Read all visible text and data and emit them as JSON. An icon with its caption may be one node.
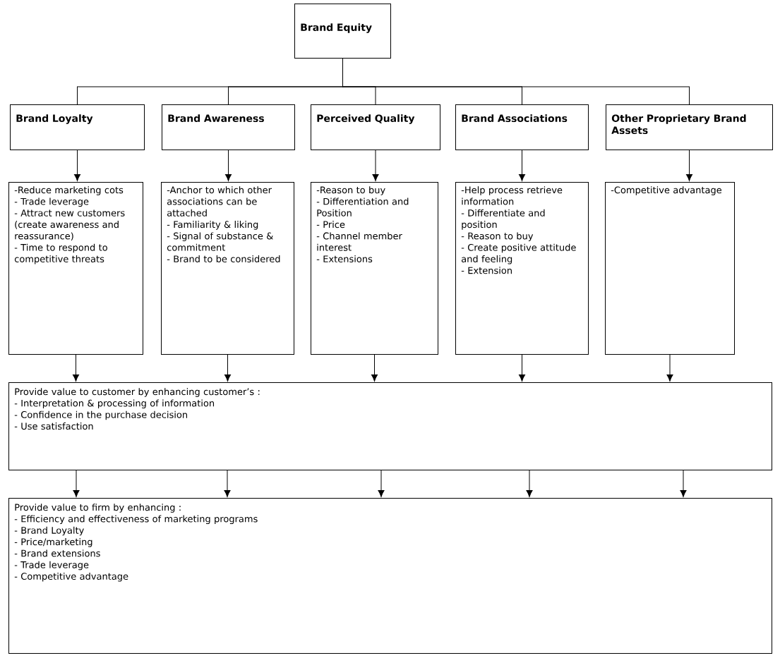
{
  "diagram": {
    "nodes": [
      {
        "text": [
          "Brand Equity"
        ]
      },
      {
        "text": [
          "Brand Loyalty"
        ]
      },
      {
        "text": [
          "Brand Awareness"
        ]
      },
      {
        "text": [
          "Perceived Quality"
        ]
      },
      {
        "text": [
          "Brand Associations"
        ]
      },
      {
        "text": [
          "Other Proprietary Brand Assets"
        ]
      },
      {
        "text": [
          "-Reduce marketing cots",
          "- Trade leverage",
          "- Attract new customers (create awareness and reassurance)",
          "- Time to respond to competitive threats"
        ]
      },
      {
        "text": [
          "-Anchor to which other associations can be attached",
          "- Familiarity & liking",
          "- Signal of substance & commitment",
          "- Brand to be considered"
        ]
      },
      {
        "text": [
          "-Reason to buy",
          "- Differentiation and Position",
          "- Price",
          "- Channel member interest",
          "- Extensions"
        ]
      },
      {
        "text": [
          "-Help process retrieve information",
          "- Differentiate and position",
          "- Reason to buy",
          "- Create positive attitude and feeling",
          "- Extension"
        ]
      },
      {
        "text": [
          "-Competitive advantage"
        ]
      },
      {
        "text": [
          "Provide value to customer by enhancing customer’s :",
          "- Interpretation & processing of information",
          "- Confidence in the purchase decision",
          "- Use satisfaction"
        ]
      },
      {
        "text": [
          "Provide value to firm  by enhancing :",
          "- Efficiency and effectiveness of marketing programs",
          "- Brand Loyalty",
          "- Price/marketing",
          "- Brand extensions",
          "- Trade leverage",
          "- Competitive advantage"
        ]
      }
    ],
    "edges": [
      {
        "from": 0,
        "to": 1,
        "arrow": "none"
      },
      {
        "from": 0,
        "to": 2,
        "arrow": "none"
      },
      {
        "from": 0,
        "to": 3,
        "arrow": "none"
      },
      {
        "from": 0,
        "to": 4,
        "arrow": "none"
      },
      {
        "from": 0,
        "to": 5,
        "arrow": "none"
      },
      {
        "from": 1,
        "to": 6,
        "arrow": "to"
      },
      {
        "from": 2,
        "to": 7,
        "arrow": "to"
      },
      {
        "from": 3,
        "to": 8,
        "arrow": "to"
      },
      {
        "from": 4,
        "to": 9,
        "arrow": "to"
      },
      {
        "from": 5,
        "to": 10,
        "arrow": "to"
      },
      {
        "from": 6,
        "to": 11,
        "arrow": "to"
      },
      {
        "from": 7,
        "to": 11,
        "arrow": "to"
      },
      {
        "from": 8,
        "to": 11,
        "arrow": "to"
      },
      {
        "from": 9,
        "to": 11,
        "arrow": "to"
      },
      {
        "from": 10,
        "to": 11,
        "arrow": "to"
      },
      {
        "from": 11,
        "to": 12,
        "arrow": "to"
      },
      {
        "from": 11,
        "to": 12,
        "arrow": "to"
      },
      {
        "from": 11,
        "to": 12,
        "arrow": "to"
      },
      {
        "from": 11,
        "to": 12,
        "arrow": "to"
      },
      {
        "from": 11,
        "to": 12,
        "arrow": "to"
      }
    ]
  }
}
